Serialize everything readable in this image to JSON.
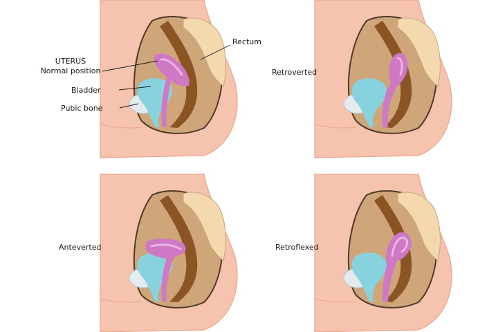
{
  "labels": {
    "uterus_title": "UTERUS",
    "uterus_sub": "Normal position",
    "bladder": "Bladder",
    "pubic_bone": "Pubic bone",
    "rectum": "Rectum",
    "retroverted": "Retroverted",
    "anteverted": "Anteverted",
    "retroflexed": "Retroflexed"
  },
  "colors": {
    "skin": "#f6c4ae",
    "skin_dark": "#e9a58a",
    "cavity": "#cfa57a",
    "cavity_edge": "#4e3a28",
    "rectum": "#8a5424",
    "spine": "#f4d9ae",
    "uterus": "#cf78c4",
    "uterus_inner": "#ebb5e2",
    "bladder": "#87d2dc",
    "pubic_bone": "#e4ebef"
  }
}
